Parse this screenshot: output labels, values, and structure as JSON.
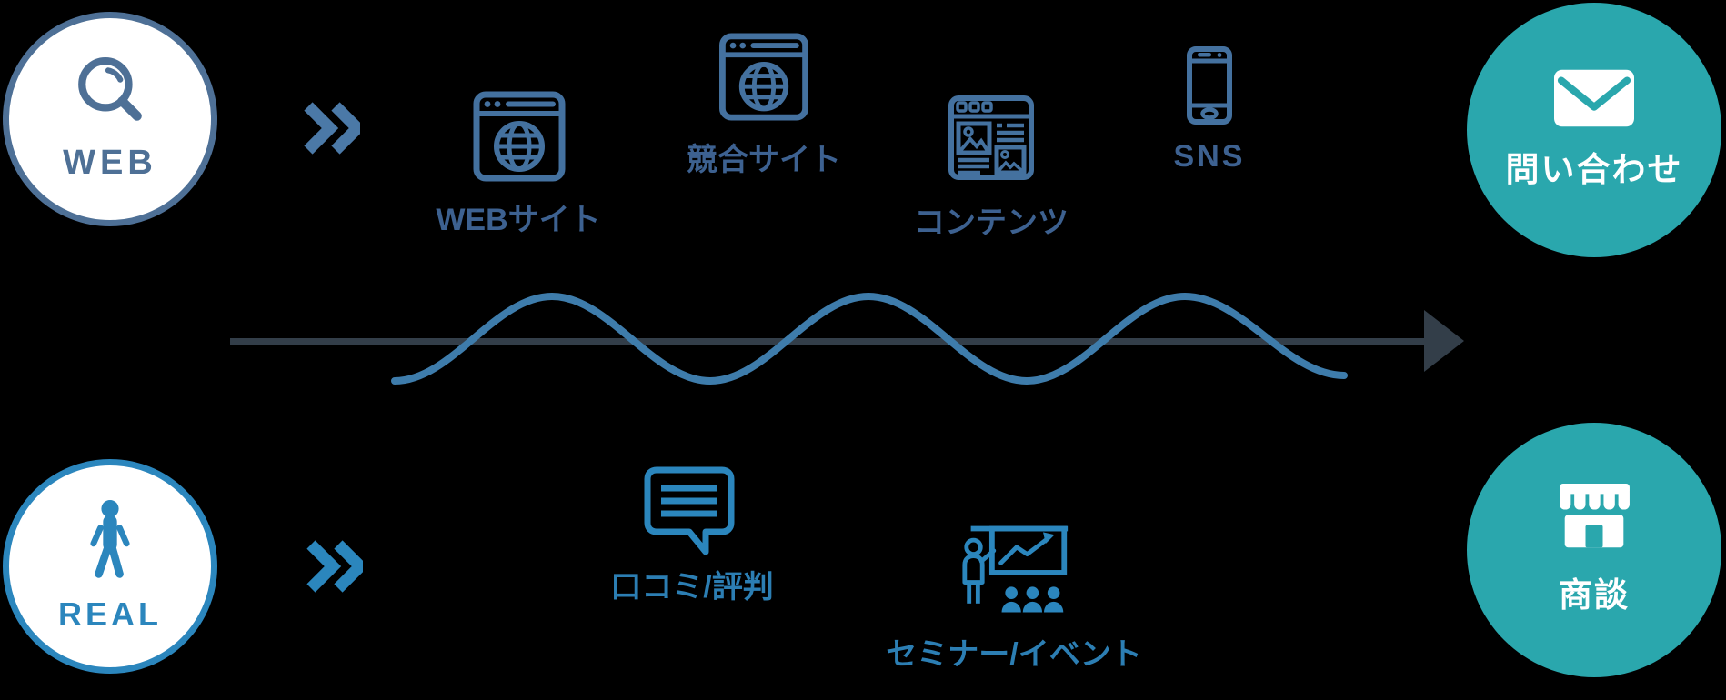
{
  "palette": {
    "top_blue": "#44719F",
    "top_text": "#3D6190",
    "top_chevron": "#4B79A7",
    "steel_border": "#4E7096",
    "bottom_blue": "#2B86BD",
    "bottom_text": "#2C7EB3",
    "teal": "#2AA7AD",
    "wave_blue": "#3E7CAB",
    "arrow_dark": "#333E49"
  },
  "web_lane": {
    "source": {
      "label": "WEB",
      "icon": "magnifier-icon"
    },
    "items": [
      {
        "label": "WEBサイト",
        "icon": "browser-globe-icon"
      },
      {
        "label": "競合サイト",
        "icon": "browser-globe-icon"
      },
      {
        "label": "コンテンツ",
        "icon": "browser-content-icon"
      },
      {
        "label": "SNS",
        "icon": "smartphone-icon"
      }
    ],
    "goal": {
      "label": "問い合わせ",
      "icon": "envelope-icon"
    }
  },
  "real_lane": {
    "source": {
      "label": "REAL",
      "icon": "walking-person-icon"
    },
    "items": [
      {
        "label": "口コミ/評判",
        "icon": "speech-bubble-icon"
      },
      {
        "label": "セミナー/イベント",
        "icon": "seminar-presentation-icon"
      }
    ],
    "goal": {
      "label": "商談",
      "icon": "store-icon"
    }
  }
}
